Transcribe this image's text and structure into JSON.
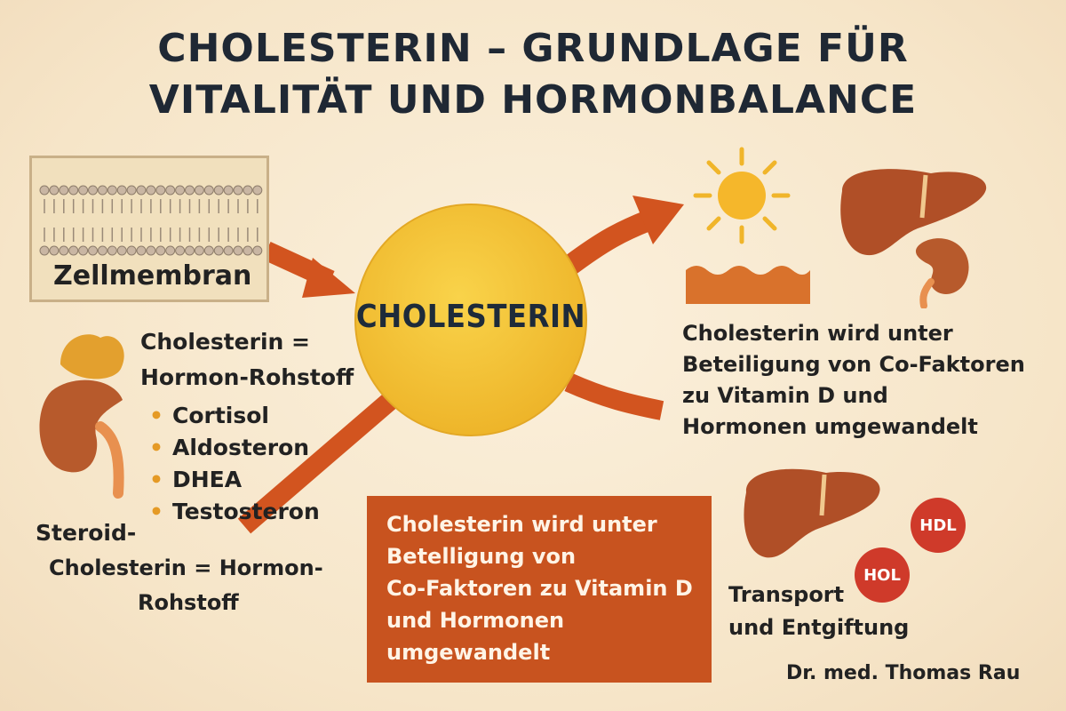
{
  "title": {
    "line1": "CHOLESTERIN – GRUNDLAGE FÜR",
    "line2": "VITALITÄT UND HORMONBALANCE"
  },
  "membrane": {
    "label": "Zellmembran"
  },
  "center": {
    "label": "CHOLESTERIN"
  },
  "hormones": {
    "heading_line1": "Cholesterin =",
    "heading_line2": "Hormon-Rohstoff",
    "items": [
      "Cortisol",
      "Aldosteron",
      "DHEA",
      "Testosteron"
    ]
  },
  "steroid": {
    "line1": "Steroid-",
    "line2": "Cholesterin = Hormon-",
    "line3": "Rohstoff"
  },
  "orange_box": {
    "lines": [
      "Cholesterin wird unter",
      "Betelligung von",
      "Co-Faktoren zu Vitamin D",
      "und Hormonen",
      "umgewandelt"
    ]
  },
  "vitamin_d": {
    "lines": [
      "Cholesterin wird unter",
      "Beteiligung von Co-Faktoren",
      "zu Vitamin D und",
      "Hormonen umgewandelt"
    ]
  },
  "transport": {
    "badge1": "HDL",
    "badge2": "HOL",
    "line1": "Transport",
    "line2": "und Entgiftung"
  },
  "author": "Dr. med. Thomas Rau",
  "colors": {
    "background": "#f6e5c8",
    "sun_circle": "#f4c131",
    "arrow": "#d2541f",
    "organ": "#b5542a",
    "badge": "#cf3a2a",
    "orange_box": "#c8531f"
  },
  "icons": [
    "cell-membrane-icon",
    "adrenal-kidney-icon",
    "sun-icon",
    "skin-icon",
    "liver-icon",
    "kidney-icon",
    "liver-small-icon"
  ]
}
